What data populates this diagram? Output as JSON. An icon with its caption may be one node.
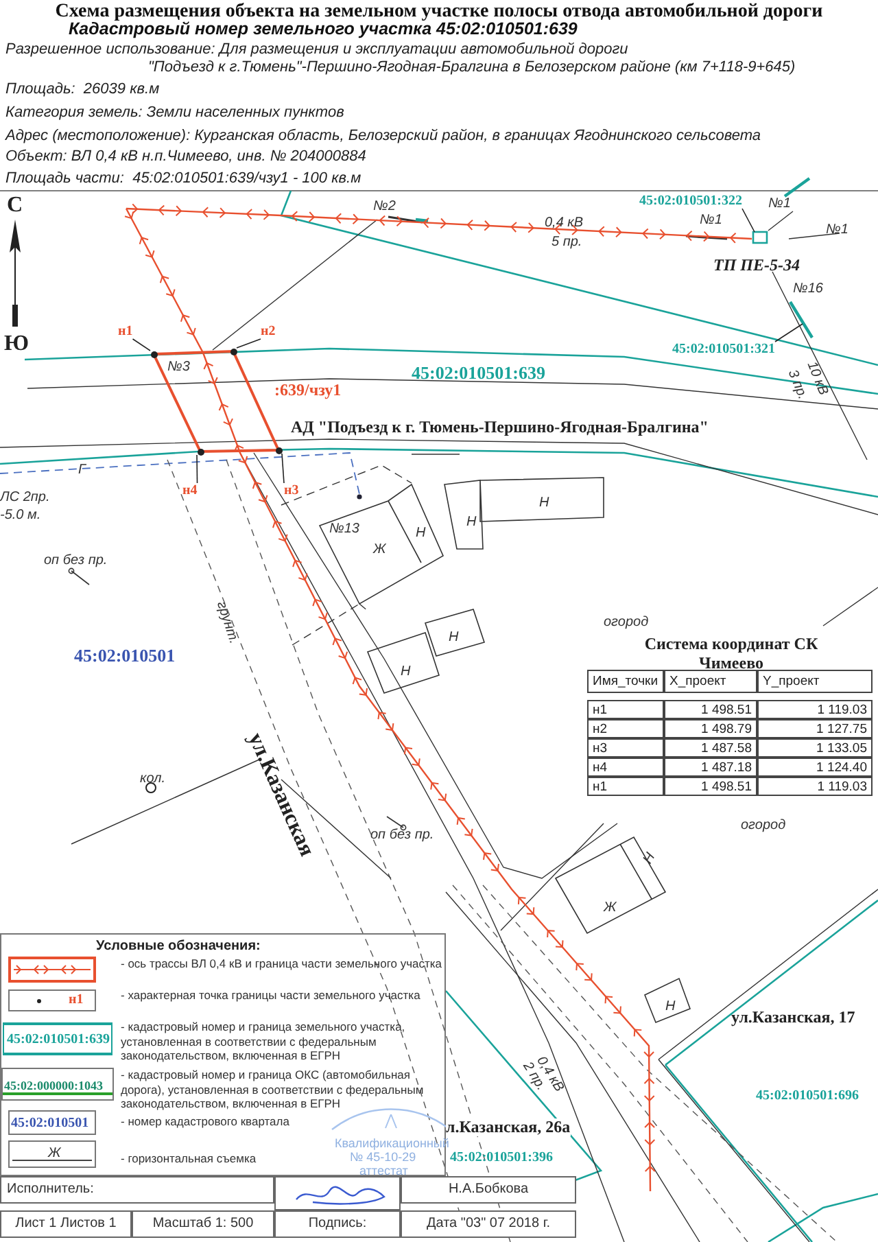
{
  "diagram": {
    "title": "Схема размещения объекта на земельном участке полосы отвода автомобильной дороги",
    "nodes": [
      {
        "text": [
          "н1"
        ]
      },
      {
        "text": [
          "н2"
        ]
      },
      {
        "text": [
          "н3"
        ]
      },
      {
        "text": [
          "н4"
        ]
      },
      {
        "text": [
          "45:02:010501:322"
        ]
      },
      {
        "text": [
          "45:02:010501:321"
        ]
      },
      {
        "text": [],
        "shape": "circle"
      },
      {
        "text": [],
        "shape": "circle"
      },
      {
        "text": [],
        "shape": "circle"
      },
      {
        "text": [],
        "shape": "circle"
      }
    ],
    "edges": [
      {
        "from": 0,
        "to": 6,
        "arrow": "none"
      },
      {
        "from": 1,
        "to": 7,
        "arrow": "none"
      },
      {
        "from": 2,
        "to": 9,
        "arrow": "none"
      },
      {
        "from": 3,
        "to": 8,
        "arrow": "none"
      },
      {
        "from": 4,
        "to": null,
        "arrow": "none"
      },
      {
        "from": 5,
        "to": null,
        "arrow": "none"
      }
    ],
    "labels": [
      "Кадастровый номер земельного участка 45:02:010501:639",
      "Разрешенное использование: Для размещения и эксплуатации автомобильной дороги \"Подъезд к г.Тюмень\"-Першино-Ягодная-Бралгина в Белозерском районе (км 7+118-9+645)",
      "Площадь:  26039 кв.м",
      "Категория земель: Земли населенных пунктов",
      "Адрес (местоположение): Курганская область, Белозерский район, в границах Ягоднинского сельсовета",
      "Объект: ВЛ 0,4 кВ н.п.Чимеево, инв. № 204000884",
      "Площадь части:  45:02:010501:639/чзу1 - 100 кв.м",
      "С",
      "Ю",
      "№2",
      "0,4 кВ",
      "5 пр.",
      "№1",
      "№1",
      "№1",
      "ТП ПЕ-5-34",
      "№16",
      "№3",
      "45:02:010501:639",
      ":639/чзу1",
      "3 пр.",
      "10 кВ",
      "АД \"Подъезд к г. Тюмень-Першино-Ягодная-Бралгина\"",
      "ЛС 2пр.",
      "-5.0 м.",
      "Г",
      "№13",
      "Ж",
      "Н",
      "Н",
      "Н",
      "оп без пр.",
      "грунт.",
      "45:02:010501",
      "огород",
      "Система координат СК Чимеево",
      "Н",
      "Н",
      "Имя_точки",
      "X_проект",
      "Y_проект",
      "н1",
      "1 498.51",
      "1 119.03",
      "н2",
      "1 498.79",
      "1 127.75",
      "н3",
      "1 487.58",
      "1 133.05",
      "н4",
      "1 487.18",
      "1 124.40",
      "н1",
      "1 498.51",
      "1 119.03",
      "кол.",
      "ул.Казанская",
      "оп без пр.",
      "огород",
      "Ж",
      "Н",
      "Н",
      "ул.Казанская, 17",
      "45:02:010501:696",
      "0,4 кВ",
      "2 пр.",
      "л.Казанская, 26а",
      "45:02:010501:396",
      "Условные обозначения:",
      "н1",
      "45:02:010501:639",
      "45:02:000000:1043",
      "45:02:010501",
      "Ж",
      "Квалификационный",
      "№ 45-10-29",
      "аттестат",
      "Исполнитель:",
      "Н.А.Бобкова",
      "Лист 1  Листов 1",
      "Масштаб 1: 500",
      "Подпись:",
      "Дата \"03\" 07 2018 г."
    ],
    "legend": [
      {
        "text": "- ось трассы ВЛ 0,4 кВ и граница части земельного участка"
      },
      {
        "text": "- характерная точка границы части земельного участка"
      },
      {
        "text": "- кадастровый номер и граница земельного участка, установленная в соответствии с федеральным законодательством, включенная в ЕГРН"
      },
      {
        "text": "- кадастровый номер и граница ОКС (автомобильная дорога), установленная в соответствии с федеральным законодательством, включенная в ЕГРН"
      },
      {
        "text": "- номер кадастрового квартала"
      },
      {
        "text": "- горизонтальная съемка"
      }
    ]
  }
}
